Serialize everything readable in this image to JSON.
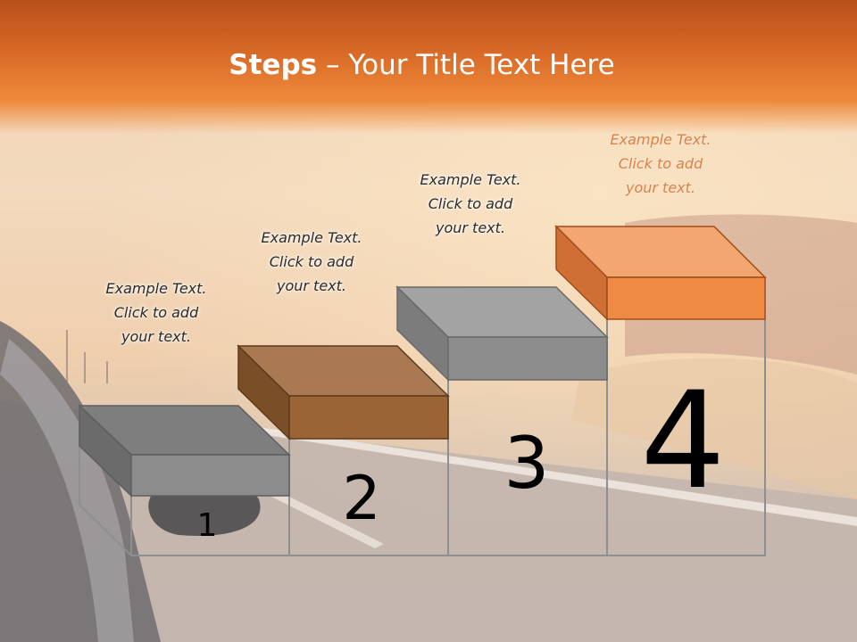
{
  "title": {
    "bold": "Steps",
    "rest": " – Your Title Text Here"
  },
  "steps": [
    {
      "number": "1",
      "caption": "Example Text.\nClick  to add\nyour text.",
      "color": "#8c8c8c"
    },
    {
      "number": "2",
      "caption": "Example Text.\nClick  to add\nyour text.",
      "color": "#9a6434"
    },
    {
      "number": "3",
      "caption": "Example Text.\nClick  to add\nyour text.",
      "color": "#8c8c8c"
    },
    {
      "number": "4",
      "caption": "Example Text.\nClick  to add\nyour text.",
      "color": "#ef8a42"
    }
  ]
}
